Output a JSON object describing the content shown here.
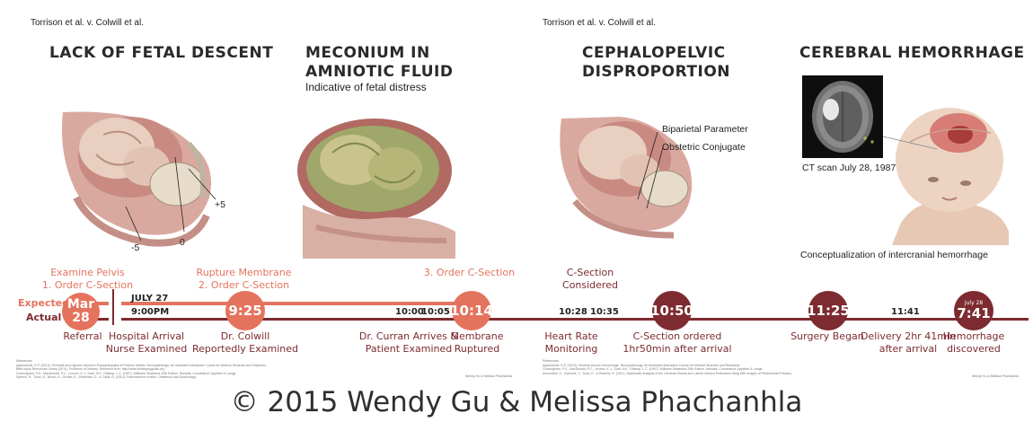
{
  "case_labels": [
    "Torrison et al. v. Colwill et al.",
    "Torrison et al. v. Colwill et al."
  ],
  "headings": {
    "fetal_descent": "LACK OF FETAL DESCENT",
    "meconium": [
      "MECONIUM IN",
      "AMNIOTIC FLUID"
    ],
    "meconium_sub": "Indicative of fetal distress",
    "cephalopelvic": [
      "CEPHALOPELVIC",
      "DISPROPORTION"
    ],
    "hemorrhage": "CEREBRAL HEMORRHAGE"
  },
  "station_labels": [
    "+5",
    "-5",
    "0"
  ],
  "anatomy_labels": [
    "Biparietal Parameter",
    "Obstetric Conjugate"
  ],
  "ct_caption": "CT scan July 28, 1987",
  "hemorrhage_caption": "Conceptualization of intercranial hemorrhage",
  "timeline": {
    "expected_label": "Expected",
    "actual_label": "Actual",
    "date_label": "JULY 27",
    "colors": {
      "expected": "#e4735e",
      "actual": "#7d2b30"
    },
    "top_events": [
      [
        "Examine Pelvis",
        "1. Order C-Section"
      ],
      [
        "Rupture Membrane",
        "2. Order C-Section"
      ],
      [
        "3. Order C-Section"
      ],
      [
        "C-Section",
        "Considered"
      ]
    ],
    "circles": [
      {
        "main": "Mar",
        "second": "28"
      },
      {
        "main": "9:25"
      },
      {
        "main": "10:14"
      },
      {
        "main": "10:50"
      },
      {
        "main": "11:25"
      },
      {
        "main": "7:41",
        "small": "July 28"
      }
    ],
    "times": [
      "9:00PM",
      "10:00",
      "10:05",
      "10:28",
      "10:35",
      "11:41"
    ],
    "bottom_events": [
      [
        "Referral"
      ],
      [
        "Hospital Arrival",
        "Nurse Examined"
      ],
      [
        "Dr. Colwill",
        "Reportedly Examined"
      ],
      [
        "Dr. Curran Arrives &",
        "Patient Examined"
      ],
      [
        "Membrane",
        "Ruptured"
      ],
      [
        "Heart Rate",
        "Monitoring"
      ],
      [
        "C-Section ordered",
        "1hr50min after arrival"
      ],
      [
        "Surgery Began"
      ],
      [
        "Delivery 2hr 41min",
        "after arrival"
      ],
      [
        "Hemorrhage",
        "discovered"
      ]
    ]
  },
  "references": {
    "left_heading": "References",
    "left": [
      "Agamanolis, D.P. (2013). Perinatal and Hypoxic-Ischemic Encephalopathy in Preterm Infants. Neuropathology: An Illustrated Interactive Course for Medical Students and Residents.",
      "Birth Injury Resources Library (2011). Problems of Delivery. Retrieved from: http://www.birthinjuryguide.org",
      "Cunningham, F.G., MacDonald, P.C., Leveno, K.J., Gant, N.F., Gilstrap, L.C. (1997). Williams Obstetrics 20th Edition. Norwalk, Connecticut: Appleton & Lange.",
      "Speech, R., Tuszi, N., Bosch, A., Dichter, E., Wareham, G., & Cahill, R. (2014). Fetal descent in labor. Obstetrics and Gynecology."
    ],
    "left_credit": "Wendy Gu & Melissa Phachanhla",
    "right_heading": "References",
    "right": [
      "Agamanolis, D.P. (2013). Cerebral Anoxic Hemorrhage. Neuropathology: An Illustrated Interactive Course for Medical Students and Residents.",
      "Cunningham, F.G., MacDonald, P.C., Leveno, K.J., Gant, N.F., Gilstrap, L.C. (1997). Williams Obstetrics 20th Edition. Norwalk, Connecticut: Appleton & Lange.",
      "Immordino, S., Cheshire, T., Tuszi, E., & Roberts, R. (2011). Systematic Analysis of the Cerebral Shunts and Lateral Incision Performed Using MRI Images of Predominant Fetuses."
    ],
    "right_credit": "Wendy Gu & Melissa Phachanhla"
  },
  "copyright": "© 2015 Wendy Gu & Melissa Phachanhla"
}
